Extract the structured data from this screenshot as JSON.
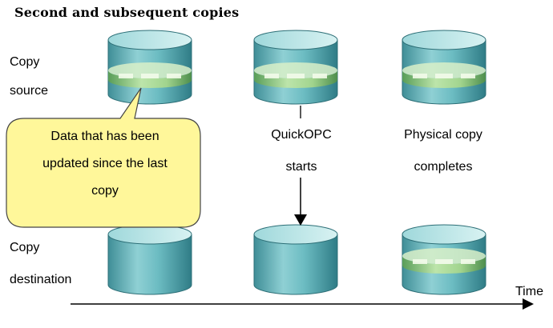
{
  "title": "Second and subsequent copies",
  "row_labels": {
    "source_line1": "Copy",
    "source_line2": "source",
    "destination_line1": "Copy",
    "destination_line2": "destination"
  },
  "stages": {
    "quickopc_line1": "QuickOPC",
    "quickopc_line2": "starts",
    "physical_line1": "Physical copy",
    "physical_line2": "completes"
  },
  "callout": {
    "line1": "Data that has been",
    "line2": "updated since the last",
    "line3": "copy"
  },
  "time_label": "Time",
  "colors": {
    "cylinder_fill": "#5fb0b8",
    "cylinder_light": "#bfe6e8",
    "updated_band": "#7fbf6a",
    "updated_band_light": "#d9f0c8",
    "callout_fill": "#fff79a",
    "callout_stroke": "#444444"
  }
}
